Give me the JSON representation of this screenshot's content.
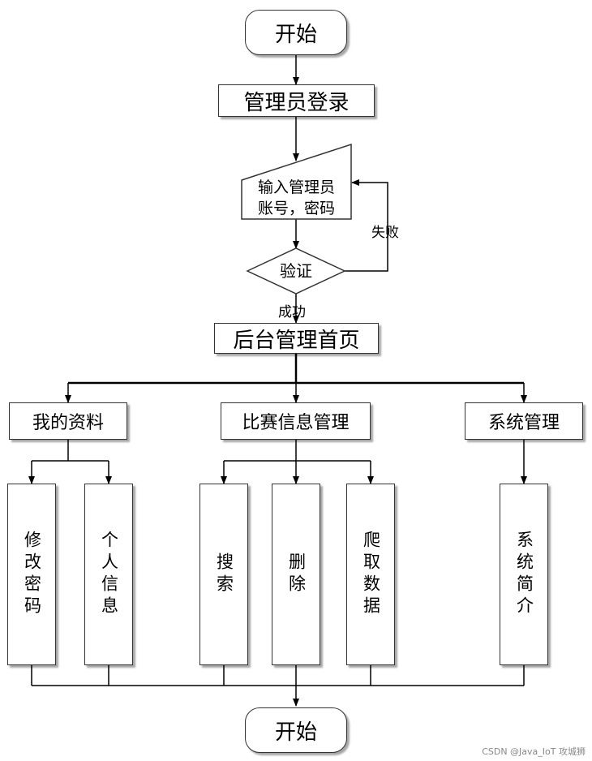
{
  "start": "开始",
  "admin_login": "管理员登录",
  "input": {
    "line1": "输入管理员",
    "line2": "账号，密码"
  },
  "verify": "验证",
  "fail": "失败",
  "success": "成功",
  "home": "后台管理首页",
  "modules": {
    "my_profile": {
      "label": "我的资料",
      "items": [
        {
          "label": "修改密码"
        },
        {
          "label": "个人信息"
        }
      ]
    },
    "competition": {
      "label": "比赛信息管理",
      "items": [
        {
          "label": "搜索"
        },
        {
          "label": "删除"
        },
        {
          "label": "爬取数据"
        }
      ]
    },
    "system": {
      "label": "系统管理",
      "items": [
        {
          "label": "系统简介"
        }
      ]
    }
  },
  "end": "开始",
  "watermark": "CSDN @Java_IoT 攻城狮"
}
